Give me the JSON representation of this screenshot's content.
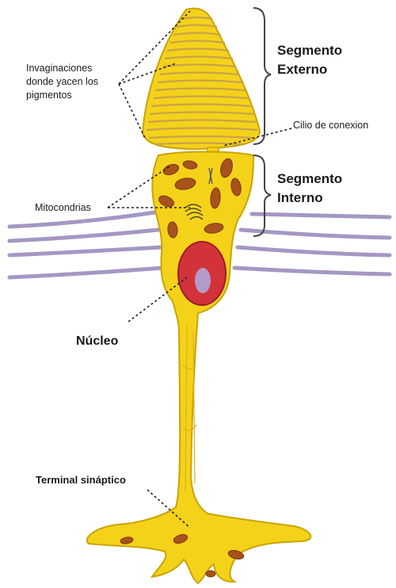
{
  "labels": {
    "invaginaciones": [
      "Invaginaciones",
      "donde yacen los",
      "pigmentos"
    ],
    "segmento_externo": [
      "Segmento",
      "Externo"
    ],
    "cilio": "Cilio de conexion",
    "segmento_interno": [
      "Segmento",
      "Interno"
    ],
    "mitocondrias": "Mitocondrias",
    "nucleo": "Núcleo",
    "terminal": "Terminal sináptico"
  },
  "colors": {
    "cell_fill": "#f5d21a",
    "cell_outline": "#c9a400",
    "disc_stripe": "#c9a24a",
    "mitochondria": "#a8521c",
    "nucleus": "#d2323a",
    "nucleolus": "#b49ac8",
    "membrane_lines": "#a597c4",
    "leader_lines": "#222222"
  }
}
